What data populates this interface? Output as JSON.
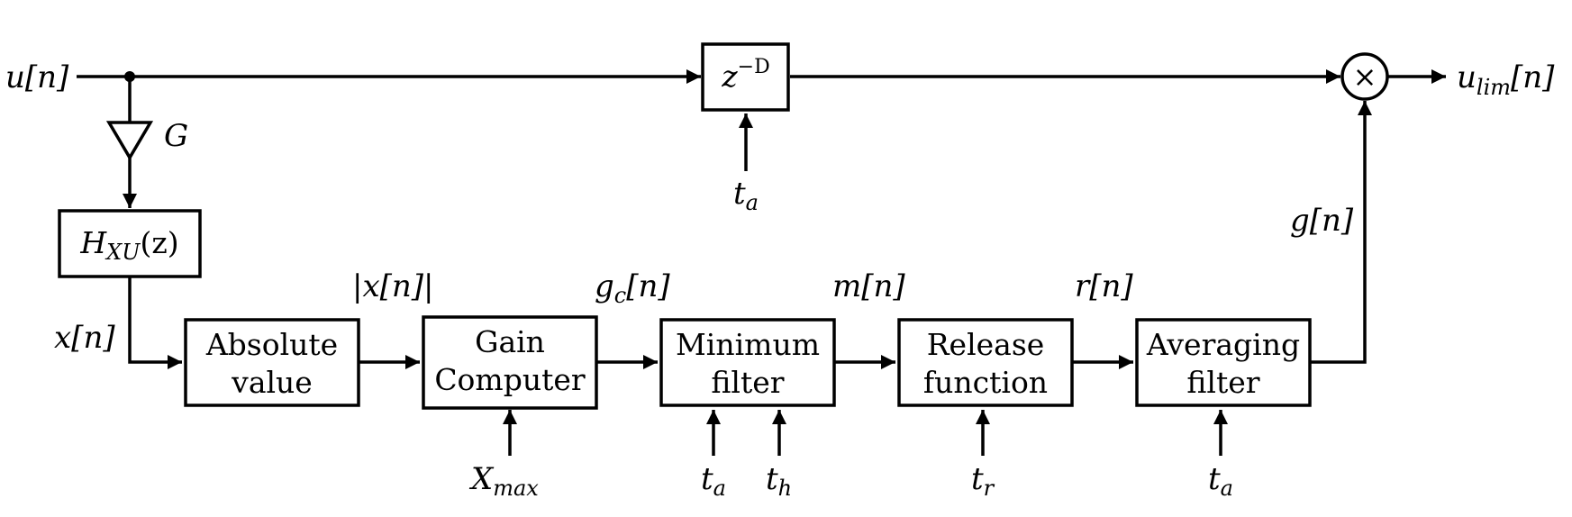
{
  "diagram": {
    "blocks": {
      "delay": {
        "main": "z",
        "sup": "−D"
      },
      "hxu": {
        "main": "H",
        "sub": "XU",
        "rest": "(z)"
      },
      "absolute_value": {
        "line1": "Absolute",
        "line2": "value"
      },
      "gain_computer": {
        "line1": "Gain",
        "line2": "Computer"
      },
      "minimum_filter": {
        "line1": "Minimum",
        "line2": "filter"
      },
      "release_function": {
        "line1": "Release",
        "line2": "function"
      },
      "averaging_filter": {
        "line1": "Averaging",
        "line2": "filter"
      },
      "multiplier": {
        "symbol": "×"
      },
      "gain": {
        "label": "G"
      }
    },
    "signals": {
      "input": {
        "main": "u[n]"
      },
      "output": {
        "main": "u",
        "sub": "lim",
        "rest": "[n]"
      },
      "x": "x[n]",
      "abs_x": "|x[n]|",
      "gc": {
        "main": "g",
        "sub": "c",
        "rest": "[n]"
      },
      "m": "m[n]",
      "r": "r[n]",
      "g": "g[n]"
    },
    "parameters": {
      "delay_ta": {
        "main": "t",
        "sub": "a"
      },
      "xmax": {
        "main": "X",
        "sub": "max"
      },
      "min_ta": {
        "main": "t",
        "sub": "a"
      },
      "min_th": {
        "main": "t",
        "sub": "h"
      },
      "release_tr": {
        "main": "t",
        "sub": "r"
      },
      "avg_ta": {
        "main": "t",
        "sub": "a"
      }
    }
  }
}
